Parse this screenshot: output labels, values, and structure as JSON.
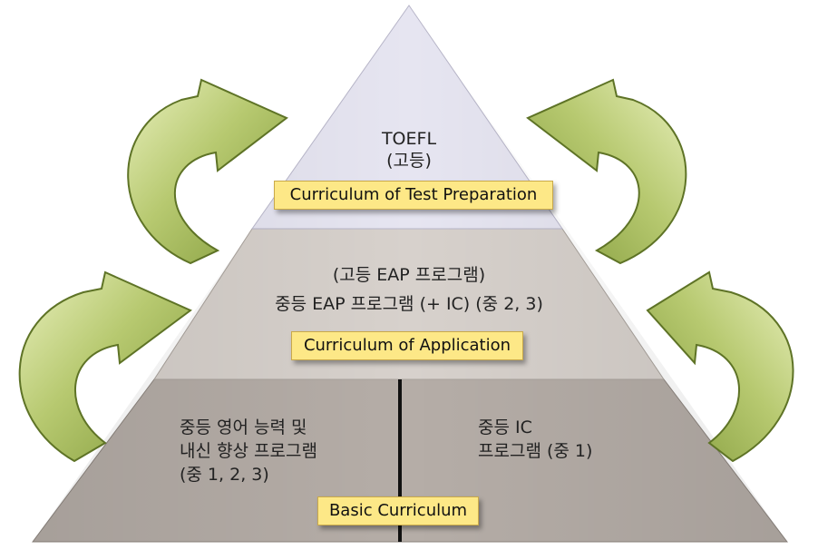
{
  "colors": {
    "tier_top": "#e6e5f1",
    "tier_middle": "#d7d1cc",
    "tier_bottom": "#b5ada7",
    "label_bg": "#fde887",
    "arrow_fill": "#8ea446",
    "arrow_light": "#e6eeb6",
    "divider": "#111111"
  },
  "top_tier": {
    "lines": [
      "TOEFL",
      "(고등)"
    ],
    "label": "Curriculum of Test Preparation"
  },
  "middle_tier": {
    "lines": [
      "(고등 EAP 프로그램)",
      "중등 EAP 프로그램 (+ IC) (중 2, 3)"
    ],
    "label": "Curriculum of Application"
  },
  "bottom_tier": {
    "left_lines": [
      "중등 영어 능력 및",
      "내신 향상 프로그램",
      "(중 1, 2, 3)"
    ],
    "right_lines": [
      "중등 IC",
      "프로그램 (중 1)"
    ],
    "label": "Basic Curriculum"
  },
  "arrows": [
    {
      "name": "arrow-left-upper",
      "icon": "curved-arrow-icon"
    },
    {
      "name": "arrow-left-lower",
      "icon": "curved-arrow-icon"
    },
    {
      "name": "arrow-right-upper",
      "icon": "curved-arrow-icon"
    },
    {
      "name": "arrow-right-lower",
      "icon": "curved-arrow-icon"
    }
  ]
}
